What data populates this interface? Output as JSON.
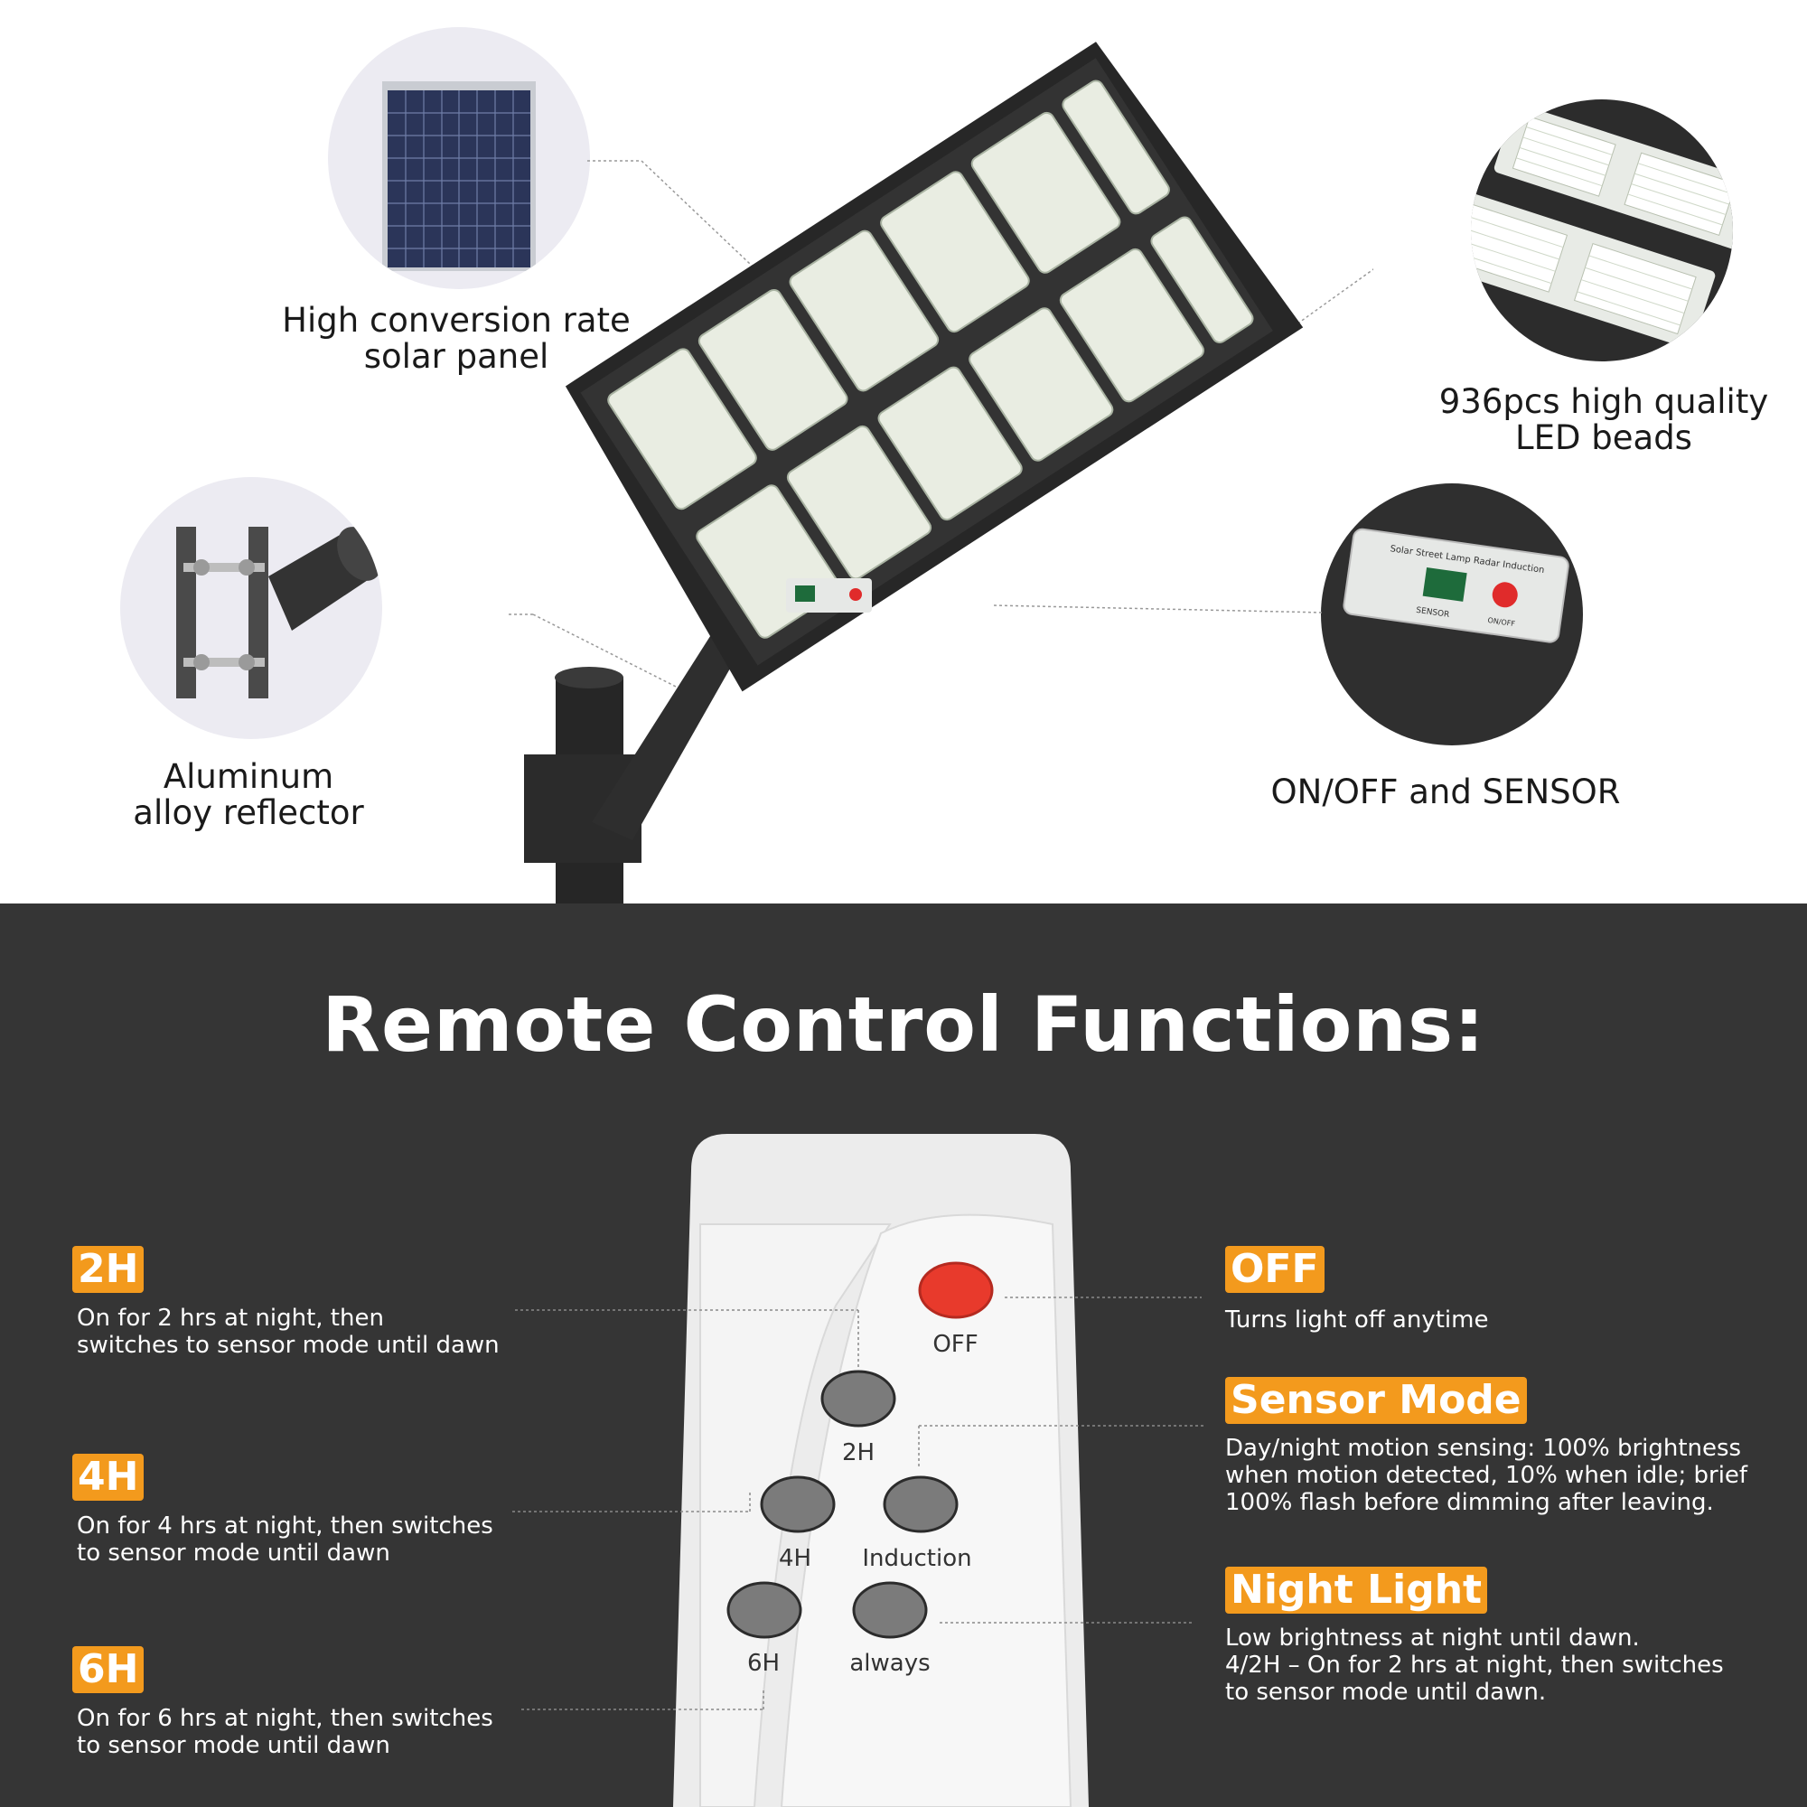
{
  "features": {
    "solar_panel": "High conversion rate\nsolar panel",
    "reflector": "Aluminum\nalloy reflector",
    "led_beads": "936pcs high quality\nLED beads",
    "switch": "ON/OFF and SENSOR"
  },
  "switch_panel": {
    "title": "Solar Street Lamp Radar Induction",
    "sensor": "SENSOR",
    "onoff": "ON/OFF"
  },
  "section_title": "Remote Control Functions:",
  "modes_left": [
    {
      "tag": "2H",
      "desc": "On for 2 hrs at night, then\nswitches to sensor mode until dawn"
    },
    {
      "tag": "4H",
      "desc": "On for 4 hrs at night, then switches\nto sensor mode until dawn"
    },
    {
      "tag": "6H",
      "desc": "On for 6 hrs at night, then switches\nto sensor mode until dawn"
    }
  ],
  "modes_right": [
    {
      "tag": "OFF",
      "desc": "Turns light off anytime"
    },
    {
      "tag": "Sensor Mode",
      "desc": "Day/night motion sensing: 100% brightness\nwhen motion detected, 10% when idle; brief\n100% flash before dimming after leaving."
    },
    {
      "tag": "Night Light",
      "desc": "Low brightness at night until dawn.\n4/2H – On for 2 hrs at night, then switches\nto sensor mode until dawn."
    }
  ],
  "remote": {
    "off": "OFF",
    "b2h": "2H",
    "b4h": "4H",
    "induction": "Induction",
    "b6h": "6H",
    "always": "always"
  },
  "colors": {
    "accent": "#f39a1d",
    "dark_bg": "#353535",
    "off_button": "#e83a2c"
  }
}
